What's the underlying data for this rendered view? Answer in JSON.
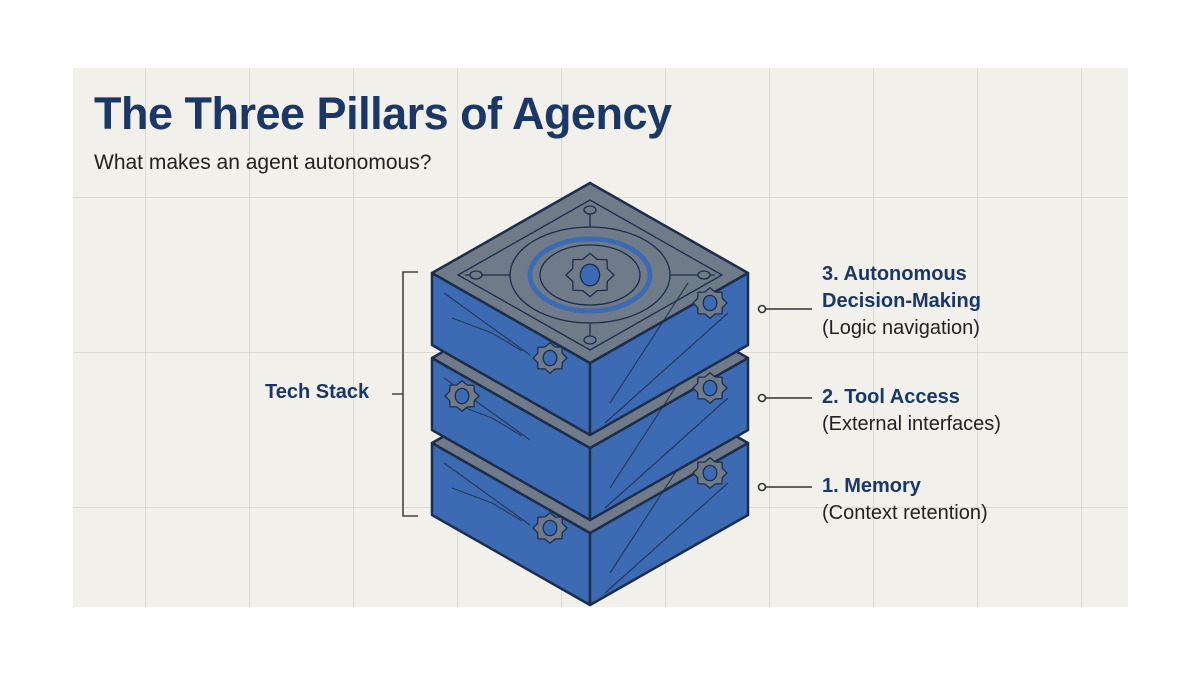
{
  "title": "The Three Pillars of Agency",
  "subtitle": "What makes an agent autonomous?",
  "bracket_label": "Tech Stack",
  "layers": [
    {
      "heading_line1": "3. Autonomous",
      "heading_line2": "Decision-Making",
      "description": "(Logic navigation)"
    },
    {
      "heading": "2. Tool Access",
      "description": "(External interfaces)"
    },
    {
      "heading": "1. Memory",
      "description": "(Context retention)"
    }
  ],
  "colors": {
    "title": "#1b3766",
    "side": "#3d6bb3",
    "top": "#6f7b89",
    "outline": "#1d2d4a"
  }
}
